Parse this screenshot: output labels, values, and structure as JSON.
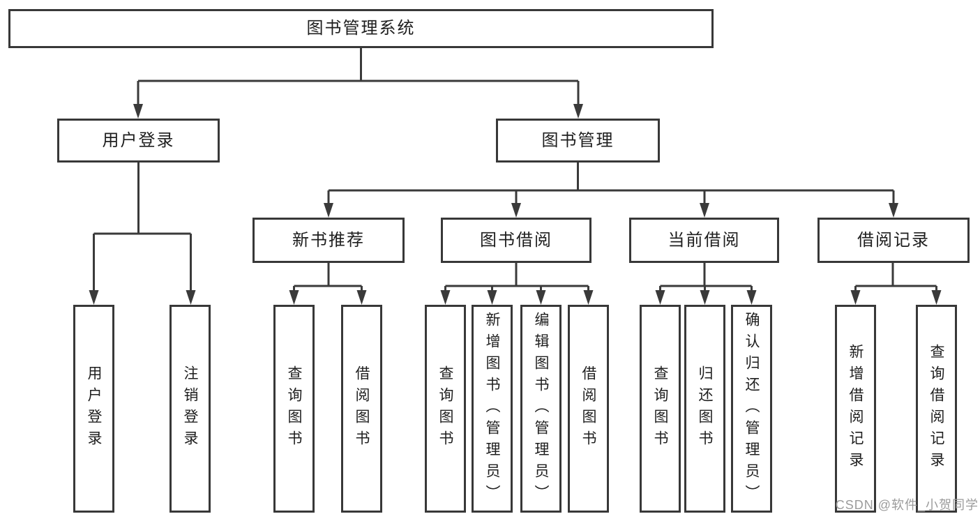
{
  "diagram_title": "图书管理系统",
  "tree": {
    "root": {
      "label": "图书管理系统"
    },
    "user_login": {
      "label": "用户登录",
      "children": [
        "用户登录",
        "注销登录"
      ]
    },
    "book_management": {
      "label": "图书管理"
    },
    "new_books": {
      "label": "新书推荐",
      "children": [
        "查询图书",
        "借阅图书"
      ]
    },
    "book_borrowing": {
      "label": "图书借阅",
      "children": [
        "查询图书",
        "新增图书（管理员）",
        "编辑图书（管理员）",
        "借阅图书"
      ]
    },
    "current_borrowing": {
      "label": "当前借阅",
      "children": [
        "查询图书",
        "归还图书",
        "确认归还（管理员）"
      ]
    },
    "borrowing_records": {
      "label": "借阅记录",
      "children": [
        "新增借阅记录",
        "查询借阅记录"
      ]
    }
  },
  "watermark": "CSDN @软件_小贺同学",
  "colors": {
    "background": "#ffffff",
    "box_fill": "#ffffff",
    "box_border": "#383838",
    "connector_line": "#3a3a3a",
    "text": "#1e1e1e",
    "watermark": "#9b9b9b"
  }
}
